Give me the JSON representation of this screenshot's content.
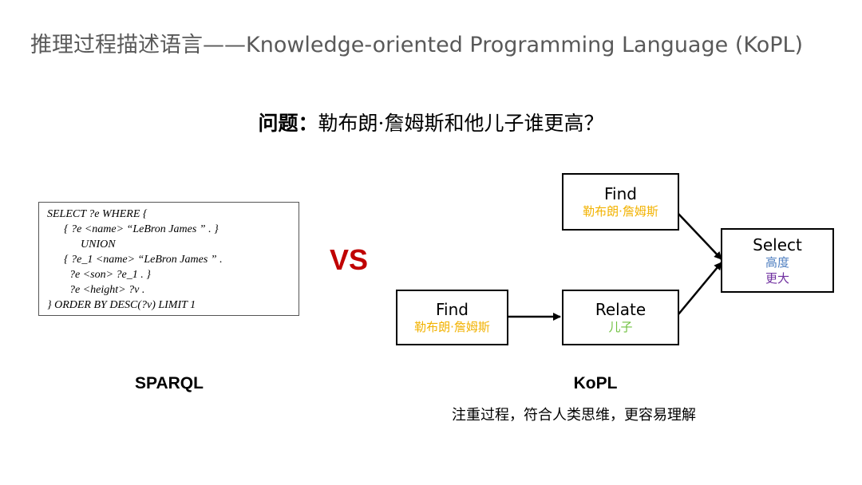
{
  "slide": {
    "title": "推理过程描述语言——Knowledge-oriented Programming Language (KoPL)"
  },
  "question": {
    "label": "问题：",
    "text": "勒布朗·詹姆斯和他儿子谁更高？"
  },
  "sparql": {
    "lines": [
      "SELECT ?e WHERE {",
      "      { ?e <name> “LeBron James ” . }",
      "            UNION",
      "      { ?e_1 <name> “LeBron James ” .",
      "        ?e <son> ?e_1 . }",
      "        ?e <height> ?v .",
      "} ORDER BY DESC(?v) LIMIT 1"
    ],
    "caption": "SPARQL"
  },
  "vs_label": "VS",
  "kopl": {
    "caption": "KoPL",
    "note": "注重过程，符合人类思维，更容易理解",
    "colors": {
      "entity": "#f2b200",
      "relation": "#70c040",
      "attribute": "#4f7fc0",
      "compare": "#7030a0"
    },
    "nodes": {
      "find_top": {
        "function": "Find",
        "args": [
          "勒布朗·詹姆斯"
        ]
      },
      "find_bottom": {
        "function": "Find",
        "args": [
          "勒布朗·詹姆斯"
        ]
      },
      "relate": {
        "function": "Relate",
        "args": [
          "儿子"
        ]
      },
      "select": {
        "function": "Select",
        "args": [
          "高度",
          "更大"
        ]
      }
    }
  }
}
